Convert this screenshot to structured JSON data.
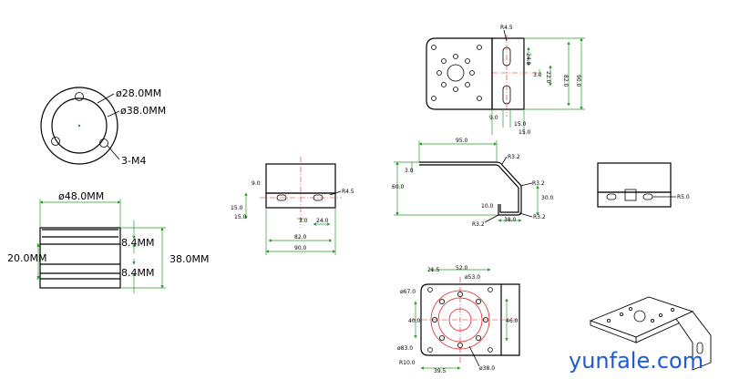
{
  "watermark": "yunfale.com",
  "coupling_top": {
    "inner_dia": "ø28.0MM",
    "outer_dia": "ø38.0MM",
    "holes": "3-M4"
  },
  "coupling_side": {
    "width": "ø48.0MM",
    "total_height": "38.0MM",
    "groove_a": "8.4MM",
    "groove_b": "8.4MM",
    "mid": "20.0MM"
  },
  "bracket_front": {
    "h1": "9.0",
    "h2": "15.0",
    "h3": "15.0",
    "slot_gap": "3.0",
    "slot_w": "24.0",
    "w_inner": "82.0",
    "w_outer": "90.0",
    "radius": "R4.5"
  },
  "bracket_top": {
    "radius": "R4.5",
    "a": "24.0",
    "b": "3.0",
    "c": "22.0",
    "d": "82.0",
    "e": "90.0",
    "f": "9.0",
    "g": "15.0",
    "h": "15.0"
  },
  "bracket_profile": {
    "top_len": "95.0",
    "r1": "R3.2",
    "r2": "R3.2",
    "r3": "R3.2",
    "r4": "R3.2",
    "thk": "3.0",
    "height": "60.0",
    "flange": "30.0",
    "lip": "10.0",
    "bottom": "38.0"
  },
  "bracket_end": {
    "radius": "R5.0"
  },
  "plate_view": {
    "d1": "ø67.0",
    "d2": "ø53.0",
    "w1": "52.0",
    "w2": "21.5",
    "h1": "40.0",
    "h2": "46.0",
    "d3": "ø83.0",
    "r": "R10.0",
    "x1": "39.5",
    "d4": "ø38.0"
  }
}
